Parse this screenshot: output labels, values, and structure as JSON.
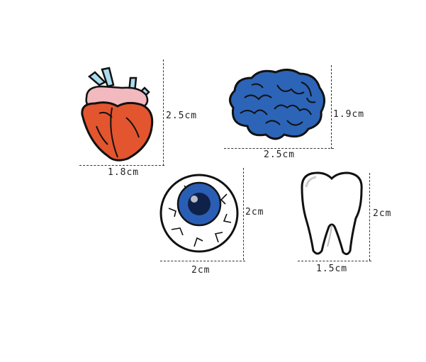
{
  "pins": {
    "heart": {
      "width_label": "1.8cm",
      "height_label": "2.5cm",
      "icon": "anatomical-heart"
    },
    "brain": {
      "width_label": "2.5cm",
      "height_label": "1.9cm",
      "icon": "brain"
    },
    "eye": {
      "width_label": "2cm",
      "height_label": "2cm",
      "icon": "eyeball"
    },
    "tooth": {
      "width_label": "1.5cm",
      "height_label": "2cm",
      "icon": "tooth"
    }
  },
  "colors": {
    "heart_red": "#e3552e",
    "heart_pink": "#f2b9bf",
    "vessel_blue": "#a9dcee",
    "brain_blue": "#2c64b8",
    "iris_blue": "#2a5eb5",
    "outline": "#111111"
  }
}
